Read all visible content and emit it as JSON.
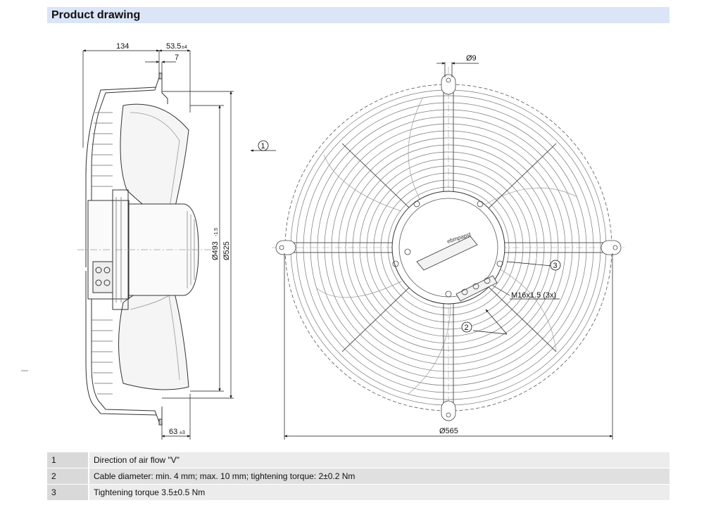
{
  "header": {
    "title": "Product drawing"
  },
  "side_view": {
    "dim_134": "134",
    "dim_53_5": "53.5",
    "dim_53_5_tol": "±4",
    "dim_7": "7",
    "dim_d493": "Ø493",
    "dim_d493_tol": "-1.5",
    "dim_d525": "Ø525",
    "dim_63": "63",
    "dim_63_tol": "±3",
    "callout_1": "1"
  },
  "front_view": {
    "dim_d9": "Ø9",
    "dim_d565": "Ø565",
    "thread_label": "M16x1.5 (3x)",
    "callout_2": "2",
    "callout_3": "3",
    "brand": "ebmpapst"
  },
  "legend": {
    "rows": [
      {
        "num": "1",
        "text": "Direction of air flow \"V\""
      },
      {
        "num": "2",
        "text": "Cable diameter: min. 4 mm; max. 10 mm; tightening torque: 2±0.2 Nm"
      },
      {
        "num": "3",
        "text": "Tightening torque 3.5±0.5 Nm"
      }
    ]
  }
}
